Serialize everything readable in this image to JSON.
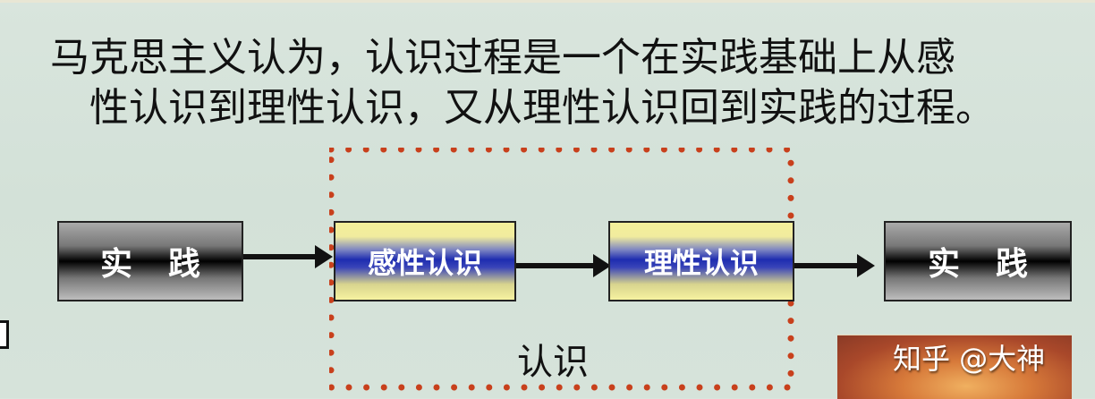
{
  "slide": {
    "statement_line1": "马克思主义认为，认识过程是一个在实践基础上从感",
    "statement_line2": "性认识到理性认识，又从理性认识回到实践的过程。"
  },
  "diagram": {
    "nodes": [
      {
        "id": "practice-start",
        "label": "实践"
      },
      {
        "id": "perceptual",
        "label": "感性认识"
      },
      {
        "id": "rational",
        "label": "理性认识"
      },
      {
        "id": "practice-end",
        "label": "实践"
      }
    ],
    "edges": [
      {
        "from": "practice-start",
        "to": "perceptual"
      },
      {
        "from": "perceptual",
        "to": "rational"
      },
      {
        "from": "rational",
        "to": "practice-end"
      }
    ],
    "group_label": "认识",
    "colors": {
      "dotted_border": "#c8401c",
      "cognition_yellow": "#f4ef9a",
      "cognition_blue": "#1e2db0",
      "practice_dark": "#000000"
    }
  },
  "watermark": {
    "text": "知乎 @大神"
  }
}
